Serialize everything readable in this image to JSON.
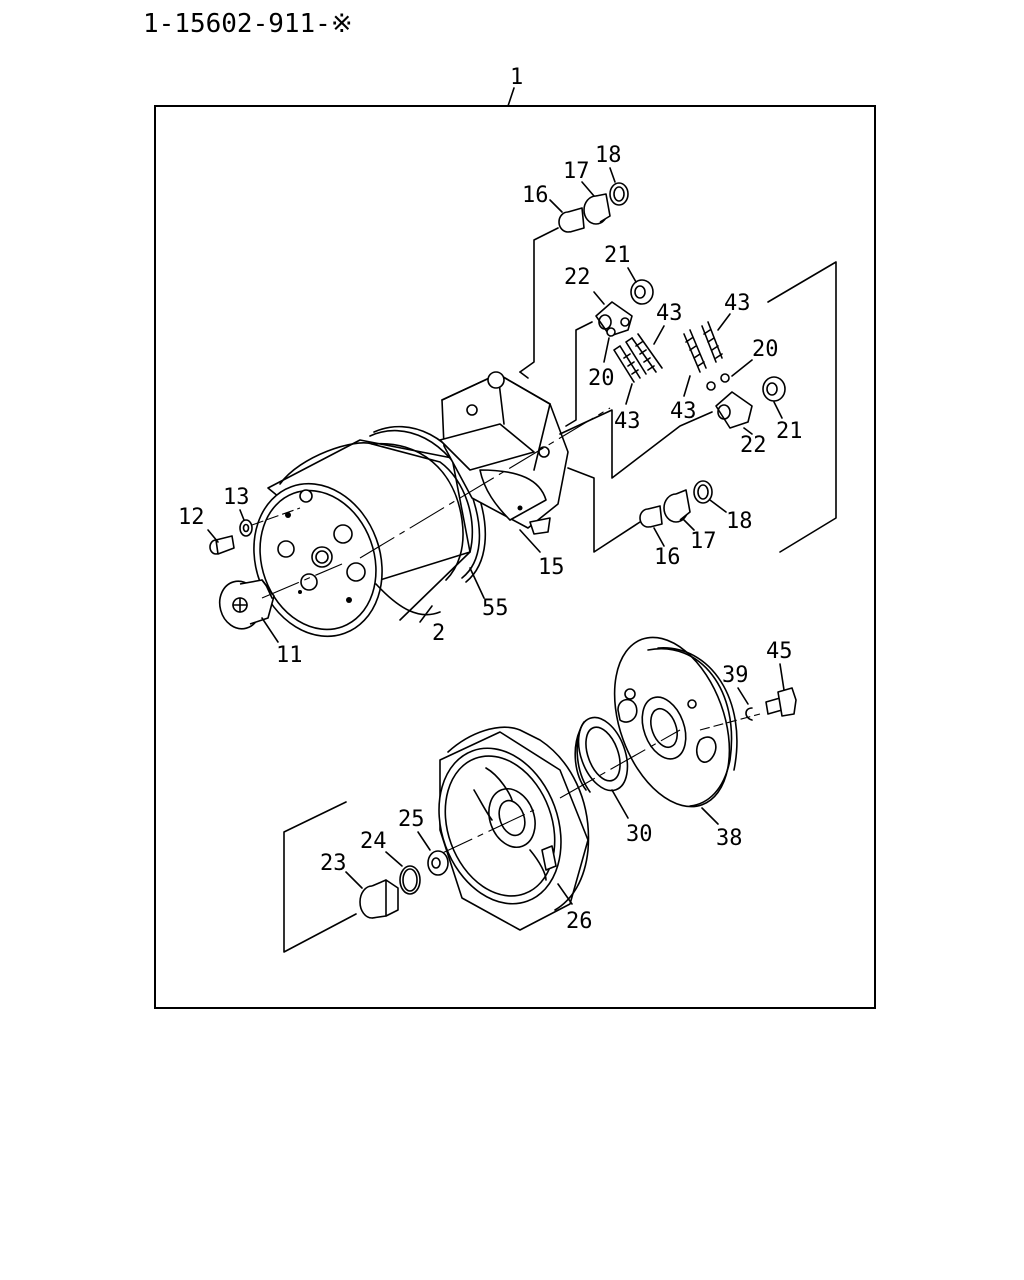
{
  "drawing_number": "1-15602-911-※",
  "assembly_ref": "1",
  "callouts": {
    "c2": "2",
    "c11": "11",
    "c12": "12",
    "c13": "13",
    "c15": "15",
    "c16a": "16",
    "c16b": "16",
    "c17a": "17",
    "c17b": "17",
    "c18a": "18",
    "c18b": "18",
    "c20a": "20",
    "c20b": "20",
    "c21a": "21",
    "c21b": "21",
    "c22a": "22",
    "c22b": "22",
    "c23": "23",
    "c24": "24",
    "c25": "25",
    "c26": "26",
    "c30": "30",
    "c38": "38",
    "c39": "39",
    "c43a": "43",
    "c43b": "43",
    "c43c": "43",
    "c43d": "43",
    "c45": "45",
    "c55": "55"
  }
}
